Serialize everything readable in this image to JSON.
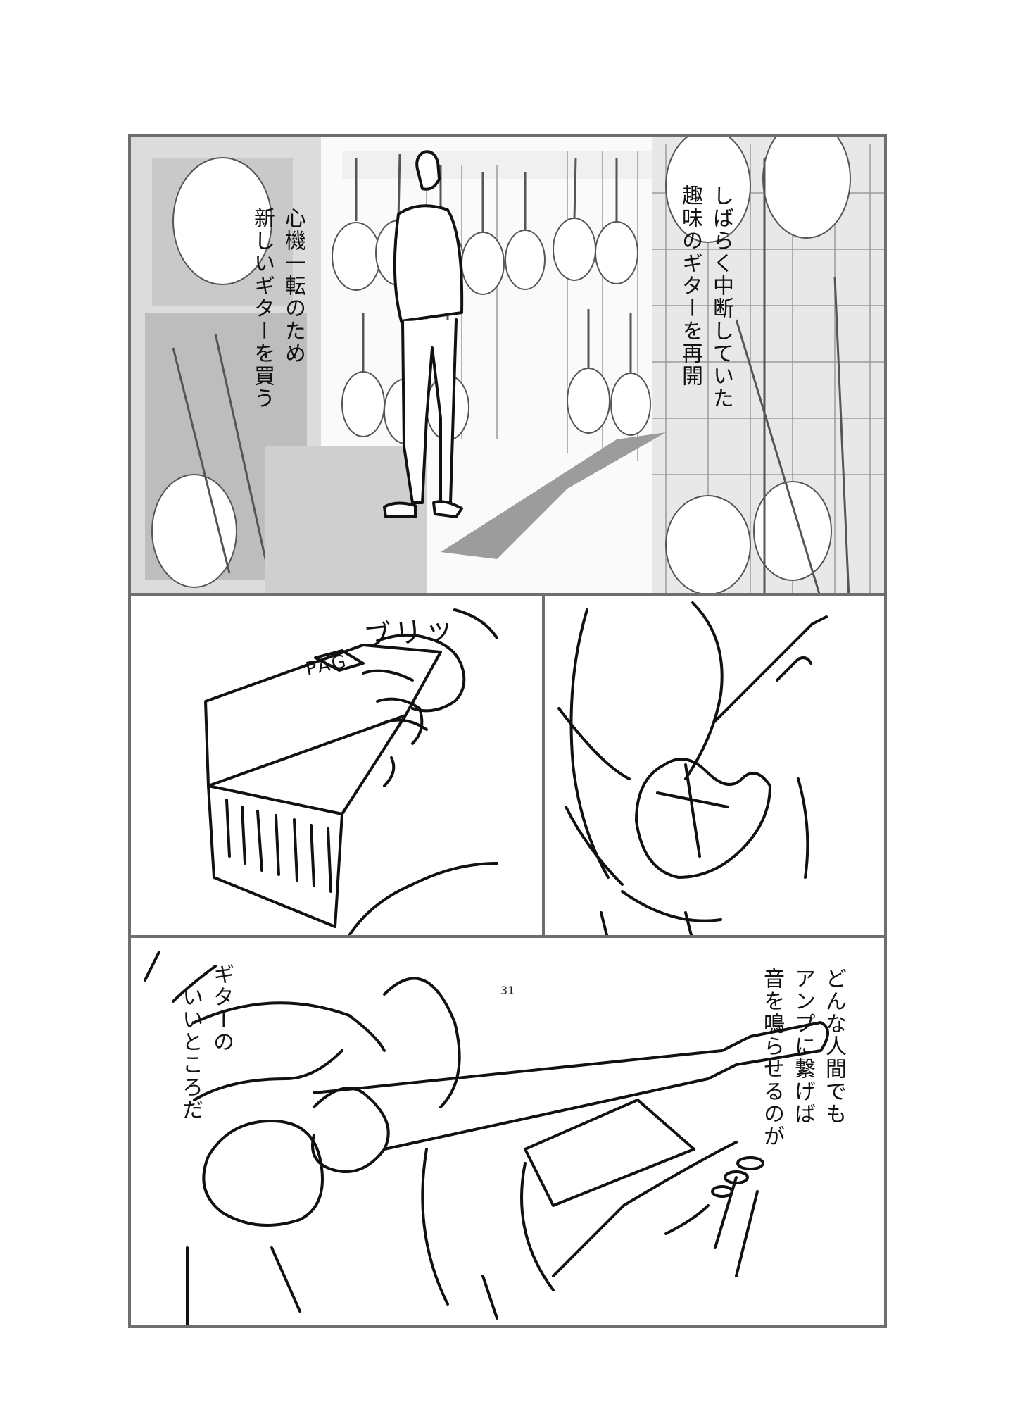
{
  "panels": {
    "p1": {
      "caption_left": [
        "心機一転のため",
        "新しいギターを買う"
      ],
      "caption_right": [
        "しばらく中断していた",
        "趣味のギターを再開"
      ]
    },
    "p2": {
      "sfx": "ブリッ",
      "amp_label": "PAG"
    },
    "p4": {
      "caption_left": [
        "ギターの",
        "いいところだ"
      ],
      "caption_right": [
        "どんな人間でも",
        "アンプに繋げば",
        "音を鳴らせるのが"
      ]
    }
  },
  "page_number": "31"
}
